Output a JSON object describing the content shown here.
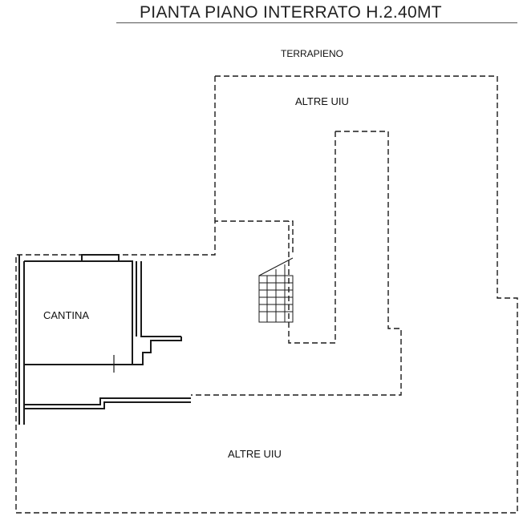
{
  "title": "PIANTA PIANO INTERRATO H.2.40MT",
  "labels": {
    "terrapieno": "TERRAPIENO",
    "altre_uiu_top": "ALTRE UIU",
    "cantina": "CANTINA",
    "altre_uiu_bottom": "ALTRE UIU"
  },
  "colors": {
    "line": "#1a1a1a",
    "background": "#ffffff"
  }
}
